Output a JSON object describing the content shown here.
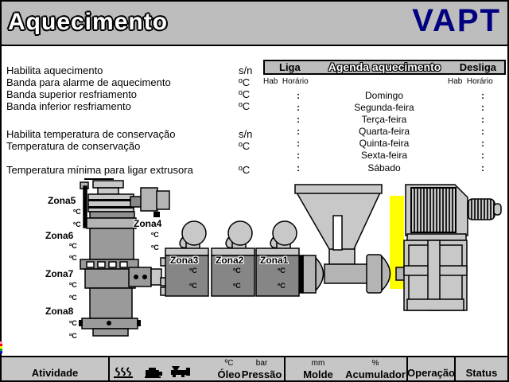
{
  "header": {
    "title": "Aquecimento",
    "logo": "VAPT"
  },
  "units": {
    "celsius": "ºC",
    "yes_no": "s/n",
    "bar": "bar",
    "mm": "mm",
    "percent": "%"
  },
  "params": {
    "rows": [
      {
        "label": "Habilita aquecimento",
        "unit": "s/n"
      },
      {
        "label": "Banda para alarme de aquecimento",
        "unit": "ºC"
      },
      {
        "label": "Banda superior resfriamento",
        "unit": "ºC"
      },
      {
        "label": "Banda inferior resfriamento",
        "unit": "ºC"
      },
      {
        "label": "Habilita temperatura de conservação",
        "unit": "s/n"
      },
      {
        "label": "Temperatura de conservação",
        "unit": "ºC"
      },
      {
        "label": "Temperatura mínima para ligar extrusora",
        "unit": "ºC"
      }
    ]
  },
  "agenda": {
    "title": "Agenda aquecimento",
    "on_label": "Liga",
    "off_label": "Desliga",
    "enable_label": "Hab",
    "time_label": "Horário",
    "time_value": ":",
    "days": [
      "Domingo",
      "Segunda-feira",
      "Terça-feira",
      "Quarta-feira",
      "Quinta-feira",
      "Sexta-feira",
      "Sábado"
    ]
  },
  "machine": {
    "zones": [
      "Zona5",
      "Zona6",
      "Zona7",
      "Zona8",
      "Zona4",
      "Zona3",
      "Zona2",
      "Zona1"
    ],
    "temp_unit": "ºC"
  },
  "footer": {
    "atividade": "Atividade",
    "oleo": {
      "unit": "ºC",
      "label": "Óleo"
    },
    "pressao": {
      "unit": "bar",
      "label": "Pressão"
    },
    "molde": {
      "unit": "mm",
      "label": "Molde"
    },
    "acumulador": {
      "unit": "%",
      "label": "Acumulador"
    },
    "operacao": "Operação",
    "status": "Status"
  },
  "colors": {
    "logo_blue": "#000080",
    "panel_gray": "#c0c0c0",
    "machine_dark_gray": "#868686",
    "highlight_yellow": "#ffff00"
  }
}
